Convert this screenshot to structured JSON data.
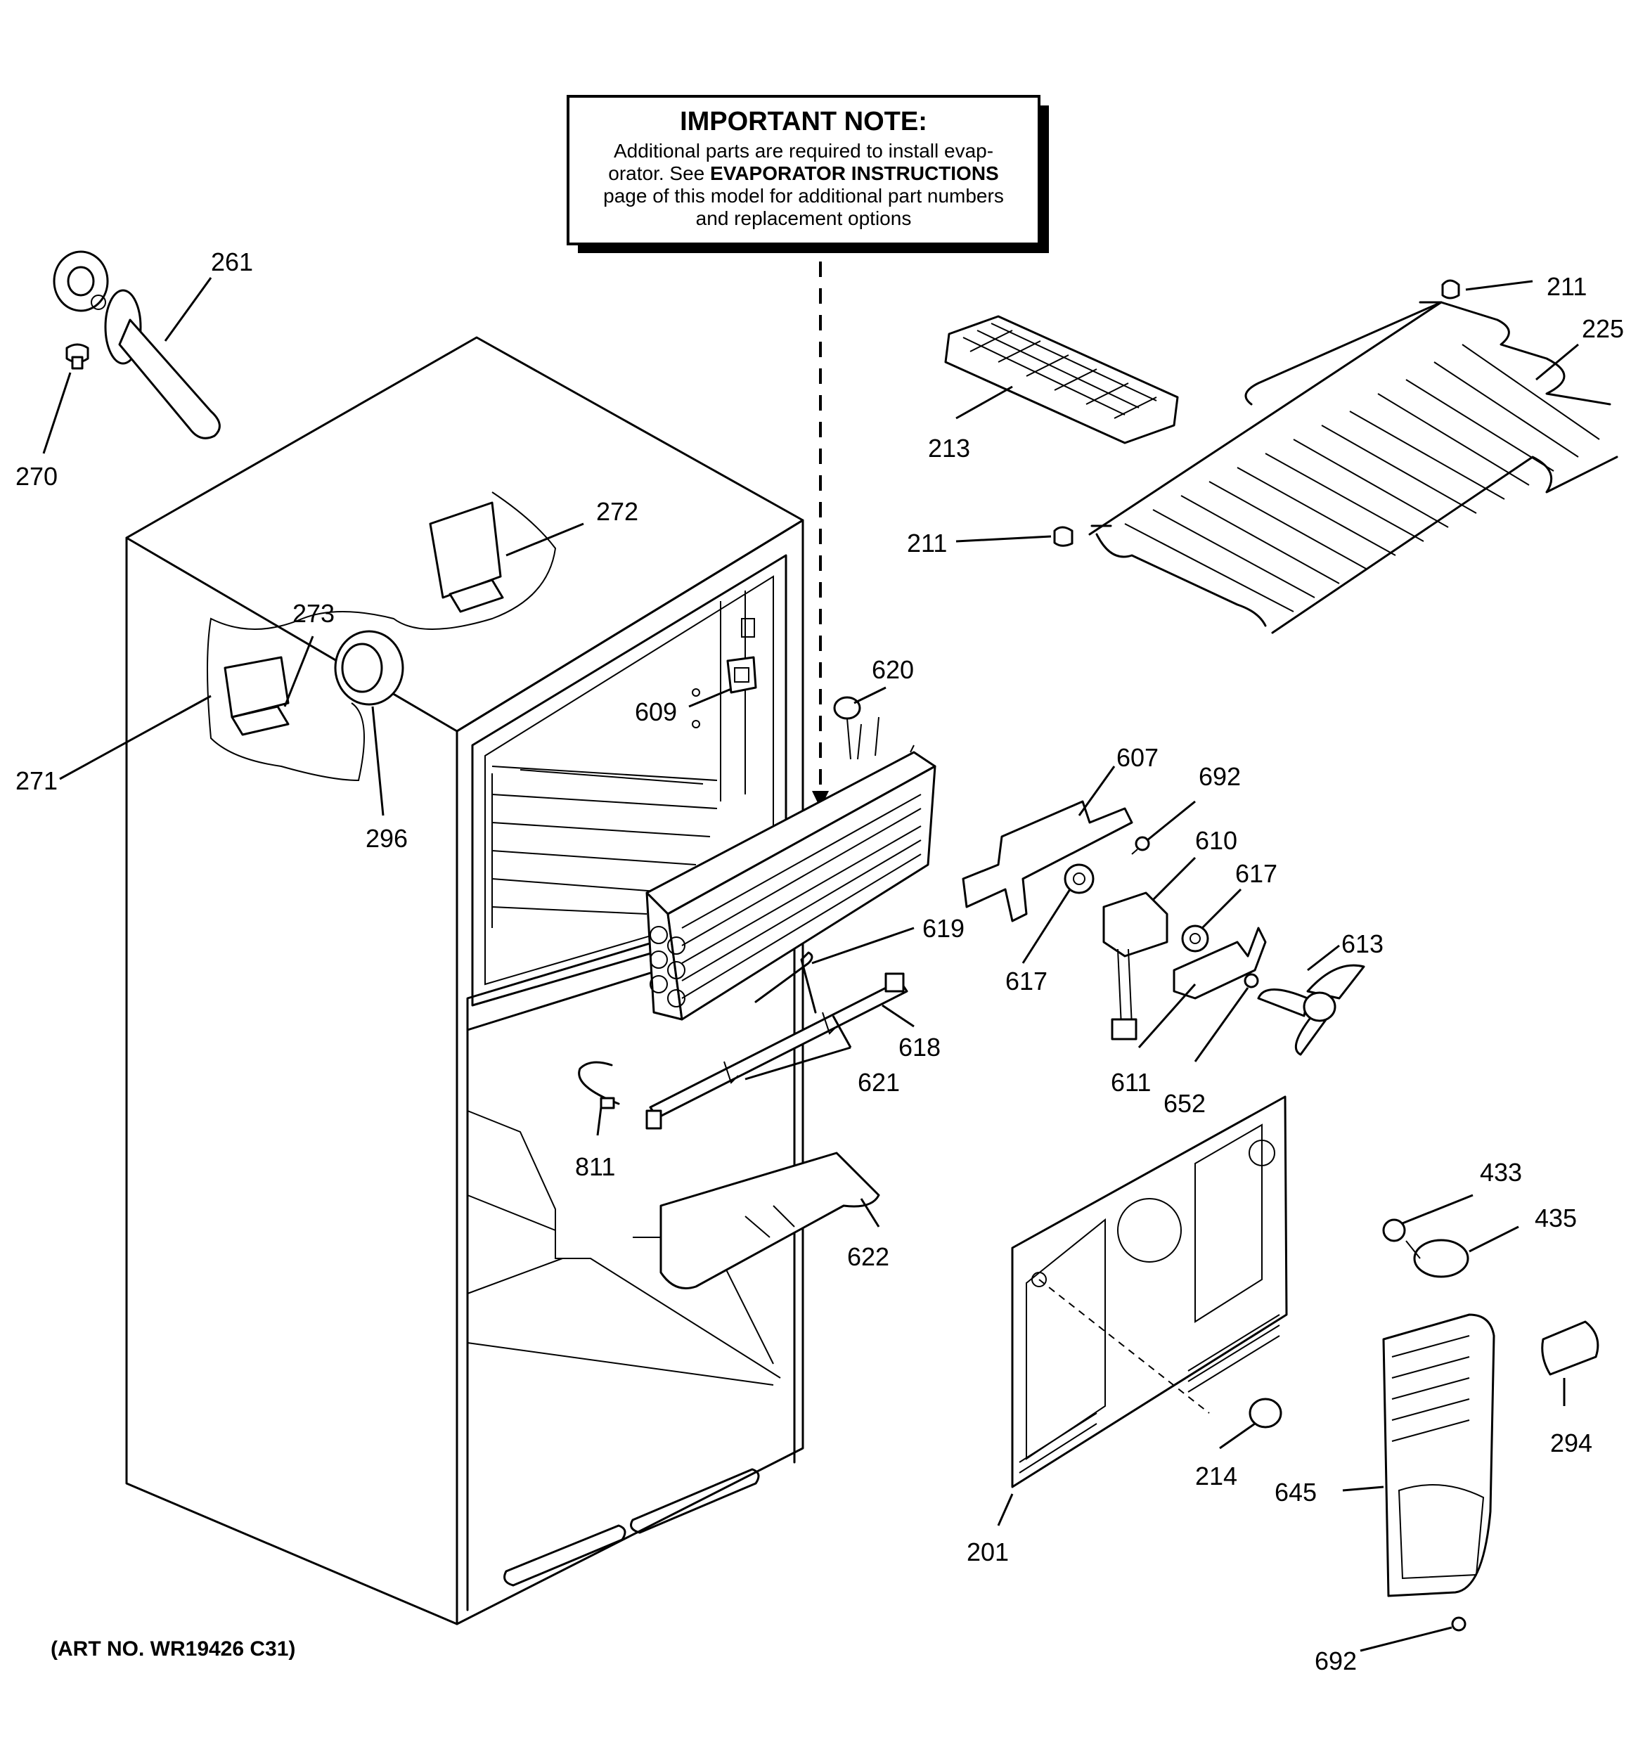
{
  "note": {
    "title": "IMPORTANT NOTE:",
    "line1": "Additional parts are required to install evap-",
    "line2_prefix": "orator.  See ",
    "line2_bold": "EVAPORATOR INSTRUCTIONS",
    "line3": "page of this model for additional part numbers",
    "line4": "and replacement options"
  },
  "art_number": "(ART NO. WR19426 C31)",
  "callouts": {
    "c261": "261",
    "c270": "270",
    "c272": "272",
    "c273": "273",
    "c271": "271",
    "c296": "296",
    "c609": "609",
    "c620": "620",
    "c607": "607",
    "c692a": "692",
    "c610": "610",
    "c617a": "617",
    "c617b": "617",
    "c613": "613",
    "c619": "619",
    "c618": "618",
    "c621": "621",
    "c611": "611",
    "c652": "652",
    "c811": "811",
    "c622": "622",
    "c211a": "211",
    "c225": "225",
    "c213": "213",
    "c211b": "211",
    "c433": "433",
    "c435": "435",
    "c294": "294",
    "c214": "214",
    "c645": "645",
    "c201": "201",
    "c692b": "692"
  }
}
